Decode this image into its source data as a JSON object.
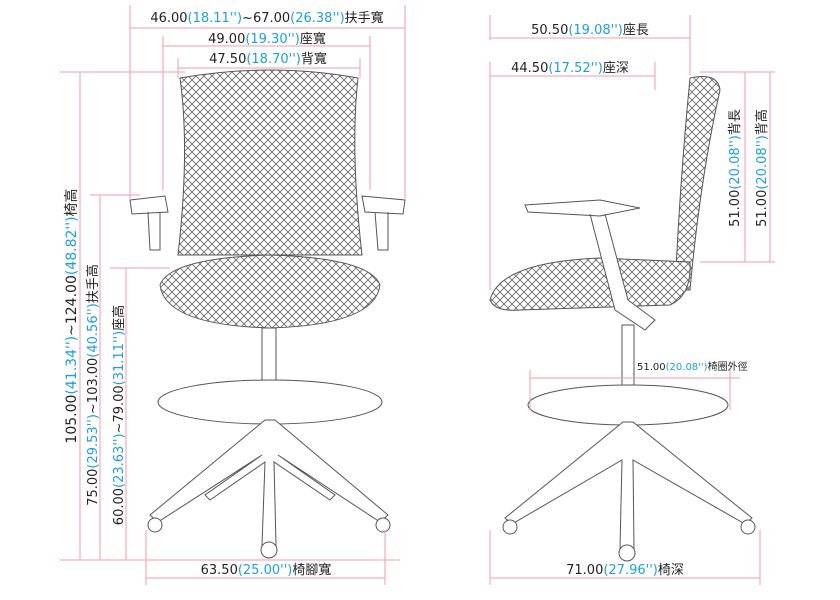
{
  "front_view": {
    "armrest_width": {
      "cm_min": "46.00",
      "in_min": "(18.11'')",
      "cm_max": "~67.00",
      "in_max": "(26.38'')",
      "name": "扶手寬"
    },
    "seat_width": {
      "cm": "49.00",
      "in": "(19.30'')",
      "name": "座寬"
    },
    "back_width": {
      "cm": "47.50",
      "in": "(18.70'')",
      "name": "背寬"
    },
    "chair_height": {
      "cm_min": "105.00",
      "in_min": "(41.34'')",
      "cm_max": "~124.00",
      "in_max": "(48.82'')",
      "name": "椅高"
    },
    "armrest_height": {
      "cm_min": "75.00",
      "in_min": "(29.53'')",
      "cm_max": "~103.00",
      "in_max": "(40.56'')",
      "name": "扶手高"
    },
    "seat_height": {
      "cm_min": "60.00",
      "in_min": "(23.63'')",
      "cm_max": "~79.00",
      "in_max": "(31.11'')",
      "name": "座高"
    },
    "base_width": {
      "cm": "63.50",
      "in": "(25.00'')",
      "name": "椅腳寬"
    }
  },
  "side_view": {
    "seat_length": {
      "cm": "50.50",
      "in": "(19.08'')",
      "name": "座長"
    },
    "seat_depth": {
      "cm": "44.50",
      "in": "(17.52'')",
      "name": "座深"
    },
    "back_length": {
      "cm": "51.00",
      "in": "(20.08'')",
      "name": "背長"
    },
    "back_height": {
      "cm": "51.00",
      "in": "(20.08'')",
      "name": "背高"
    },
    "footring_diameter": {
      "cm": "51.00",
      "in": "(20.08'')",
      "name": "椅圈外徑"
    },
    "chair_depth": {
      "cm": "71.00",
      "in": "(27.96'')",
      "name": "椅深"
    }
  },
  "colors": {
    "dimension_line": "#f29bb0",
    "imperial_text": "#1aa0e0",
    "metric_text": "#222222"
  }
}
